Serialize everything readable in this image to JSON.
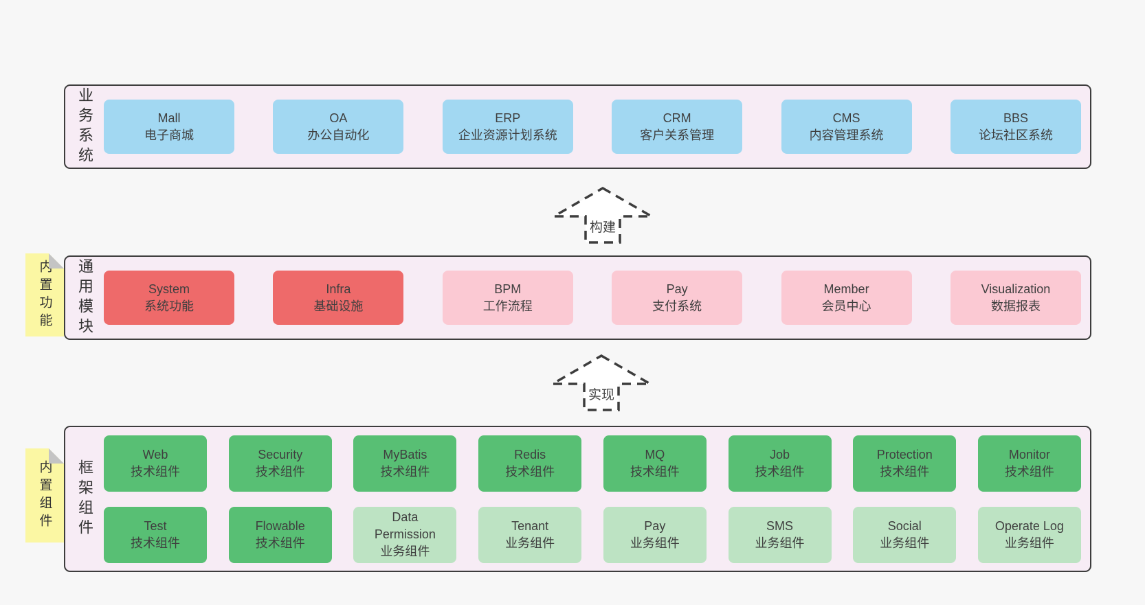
{
  "colors": {
    "page-bg": "#f7f7f7",
    "band-bg": "#f7ecf5",
    "line": "#3d3d3d",
    "text": "#3f3f3f",
    "blue": "#a2d8f2",
    "red": "#ee6a6a",
    "pink": "#fbc9d3",
    "green": "#58bf74",
    "green-light": "#bde3c3",
    "sticky": "#fbf7a3",
    "fold": "#c4c4c4"
  },
  "arrows": [
    {
      "label": "构建"
    },
    {
      "label": "实现"
    }
  ],
  "bands": [
    {
      "label": "业务系统",
      "sticky": null,
      "rows": [
        [
          {
            "name": "Mall",
            "desc": "电子商城",
            "style": "blue"
          },
          {
            "name": "OA",
            "desc": "办公自动化",
            "style": "blue"
          },
          {
            "name": "ERP",
            "desc": "企业资源计划系统",
            "style": "blue"
          },
          {
            "name": "CRM",
            "desc": "客户关系管理",
            "style": "blue"
          },
          {
            "name": "CMS",
            "desc": "内容管理系统",
            "style": "blue"
          },
          {
            "name": "BBS",
            "desc": "论坛社区系统",
            "style": "blue"
          }
        ]
      ]
    },
    {
      "label": "通用模块",
      "sticky": "内置功能",
      "rows": [
        [
          {
            "name": "System",
            "desc": "系统功能",
            "style": "red"
          },
          {
            "name": "Infra",
            "desc": "基础设施",
            "style": "red"
          },
          {
            "name": "BPM",
            "desc": "工作流程",
            "style": "pink"
          },
          {
            "name": "Pay",
            "desc": "支付系统",
            "style": "pink"
          },
          {
            "name": "Member",
            "desc": "会员中心",
            "style": "pink"
          },
          {
            "name": "Visualization",
            "desc": "数据报表",
            "style": "pink"
          }
        ]
      ]
    },
    {
      "label": "框架组件",
      "sticky": "内置组件",
      "rows": [
        [
          {
            "name": "Web",
            "desc": "技术组件",
            "style": "green"
          },
          {
            "name": "Security",
            "desc": "技术组件",
            "style": "green"
          },
          {
            "name": "MyBatis",
            "desc": "技术组件",
            "style": "green"
          },
          {
            "name": "Redis",
            "desc": "技术组件",
            "style": "green"
          },
          {
            "name": "MQ",
            "desc": "技术组件",
            "style": "green"
          },
          {
            "name": "Job",
            "desc": "技术组件",
            "style": "green"
          },
          {
            "name": "Protection",
            "desc": "技术组件",
            "style": "green"
          },
          {
            "name": "Monitor",
            "desc": "技术组件",
            "style": "green"
          }
        ],
        [
          {
            "name": "Test",
            "desc": "技术组件",
            "style": "green"
          },
          {
            "name": "Flowable",
            "desc": "技术组件",
            "style": "green"
          },
          {
            "name": "Data Permission",
            "desc": "业务组件",
            "style": "green-light"
          },
          {
            "name": "Tenant",
            "desc": "业务组件",
            "style": "green-light"
          },
          {
            "name": "Pay",
            "desc": "业务组件",
            "style": "green-light"
          },
          {
            "name": "SMS",
            "desc": "业务组件",
            "style": "green-light"
          },
          {
            "name": "Social",
            "desc": "业务组件",
            "style": "green-light"
          },
          {
            "name": "Operate Log",
            "desc": "业务组件",
            "style": "green-light"
          }
        ]
      ]
    }
  ]
}
